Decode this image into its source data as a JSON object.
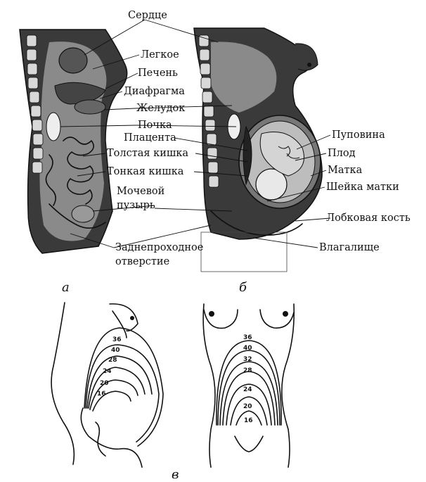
{
  "labels": {
    "heart": "Сердце",
    "lung": "Легкое",
    "liver": "Печень",
    "diaphragm": "Диафрагма",
    "stomach": "Желудок",
    "kidney": "Почка",
    "placenta": "Плацента",
    "large_intestine": "Толстая кишка",
    "small_intestine": "Тонкая кишка",
    "bladder_line1": "Мочевой",
    "bladder_line2": "пузырь",
    "anus_line1": "Заднепроходное",
    "anus_line2": "отверстие",
    "umbilical_cord": "Пуповина",
    "fetus": "Плод",
    "uterus": "Матка",
    "cervix": "Шейка матки",
    "pubic_bone": "Лобковая кость",
    "vagina": "Влагалище"
  },
  "panel_captions": {
    "a": "а",
    "b": "б",
    "c": "в"
  },
  "fundus_weeks_side": [
    "36",
    "40",
    "28",
    "24",
    "20",
    "16"
  ],
  "fundus_weeks_front": [
    "36",
    "40",
    "32",
    "28",
    "24",
    "20",
    "16"
  ],
  "colors": {
    "ink": "#111111",
    "tissue": "#2a2a2a",
    "background": "#ffffff"
  }
}
